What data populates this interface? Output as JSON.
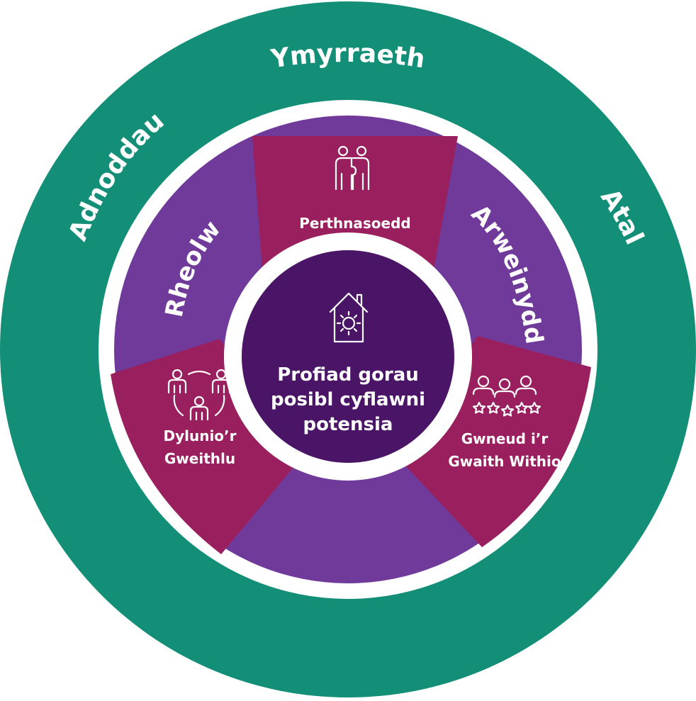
{
  "colors": {
    "outer_ring": "#138f78",
    "gap_ring": "#ffffff",
    "purple_segment": "#703a9a",
    "magenta_segment": "#9a1f5e",
    "center_disc": "#4b1567",
    "text": "#ffffff"
  },
  "outer_ring": {
    "top_label": "Ymyrraeth",
    "left_label": "Adnoddau",
    "right_label": "Atal"
  },
  "purple_segments": {
    "left_label": "Rheolwr",
    "right_label": "Arweinydd",
    "bottom_label": ""
  },
  "magenta_segments": {
    "top": {
      "label": "Perthnasoedd",
      "icon": "people-puzzle-icon"
    },
    "left": {
      "line1": "Dylunio’r",
      "line2": "Gweithlu",
      "icon": "team-circle-icon"
    },
    "right": {
      "line1": "Gwneud i’r",
      "line2": "Gwaith Withio",
      "icon": "people-stars-icon"
    }
  },
  "center": {
    "line1": "Profiad gorau",
    "line2": "posibl cyflawni",
    "line3": "potensia",
    "icon": "house-sun-icon"
  }
}
